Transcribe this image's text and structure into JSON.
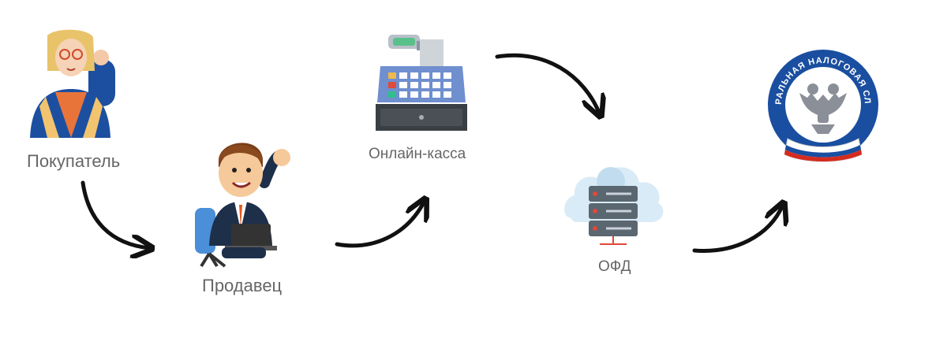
{
  "nodes": {
    "buyer": {
      "label": "Покупатель"
    },
    "seller": {
      "label": "Продавец"
    },
    "register": {
      "label": "Онлайн-касса"
    },
    "ofd": {
      "label": "ОФД"
    },
    "fns": {
      "emblem_text": "ФЕДЕРАЛЬНАЯ НАЛОГОВАЯ СЛУЖБА"
    }
  },
  "flow_order": [
    "buyer",
    "seller",
    "register",
    "ofd",
    "fns"
  ],
  "colors": {
    "label_text": "#666666",
    "arrow": "#111111",
    "fns_blue": "#1a4ea0",
    "cloud_blue": "#cfe4f5"
  }
}
